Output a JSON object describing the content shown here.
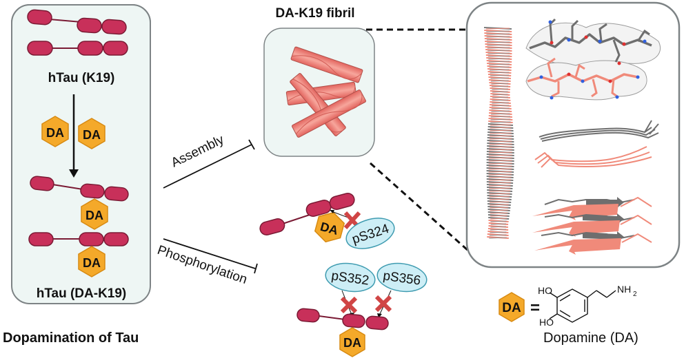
{
  "colors": {
    "panel_fill": "#eef6f4",
    "panel_stroke": "#7d8385",
    "domain_fill": "#c8305a",
    "domain_stroke": "#7a1a34",
    "da_fill": "#f4a92a",
    "da_stroke": "#d78a12",
    "fibril_fill": "#f08a80",
    "fibril_stroke": "#b0504a",
    "phospho_fill": "#cdeef6",
    "phospho_stroke": "#3e9bb0",
    "block_x": "#d04545",
    "structure_gray": "#6e6e6e",
    "structure_salmon": "#f08a7a",
    "text": "#111111"
  },
  "left_panel": {
    "top_label": "hTau (K19)",
    "bottom_label": "hTau (DA-K19)",
    "caption": "Dopamination of Tau",
    "da_badge": "DA"
  },
  "fibril_panel": {
    "title": "DA-K19 fibril"
  },
  "pathways": {
    "assembly": "Assembly",
    "phosphorylation": "Phosphorylation"
  },
  "phospho_sites": [
    "pS324",
    "pS352",
    "pS356"
  ],
  "legend": {
    "da_badge": "DA",
    "equals": "=",
    "ho_top": "HO",
    "ho_bottom": "HO",
    "amine": "NH",
    "amine_sub": "2",
    "compound_name": "Dopamine (DA)"
  }
}
